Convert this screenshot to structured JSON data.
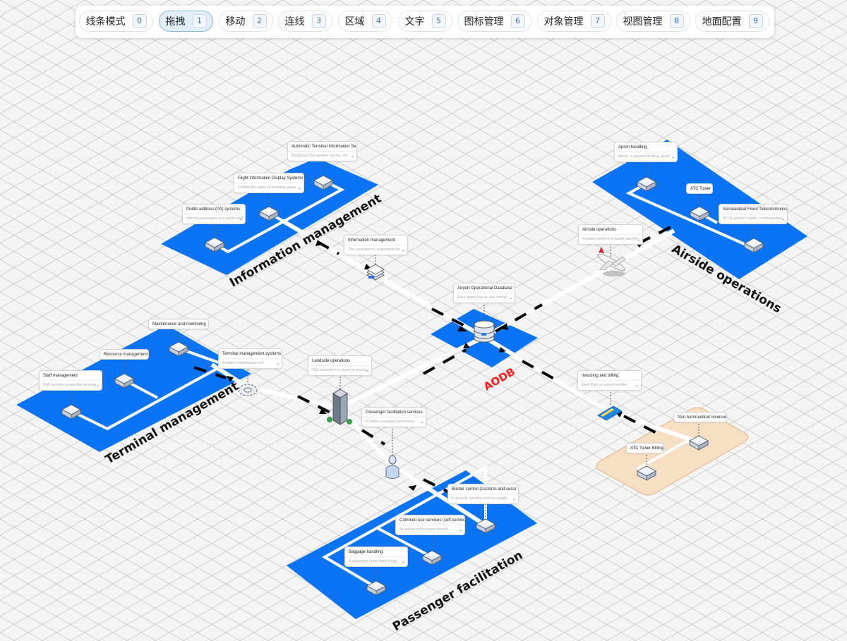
{
  "colors": {
    "zone": "#0a74f4",
    "zone_billing": "#f7dfc4",
    "path": "#ffffff",
    "arrow": "#000000",
    "aodb_label": "#ff1a1a"
  },
  "toolbar": {
    "buttons": [
      {
        "label": "线条模式",
        "key": "0"
      },
      {
        "label": "拖拽",
        "key": "1",
        "active": true
      },
      {
        "label": "移动",
        "key": "2"
      },
      {
        "label": "连线",
        "key": "3"
      },
      {
        "label": "区域",
        "key": "4"
      },
      {
        "label": "文字",
        "key": "5"
      },
      {
        "label": "图标管理",
        "key": "6"
      },
      {
        "label": "对象管理",
        "key": "7"
      },
      {
        "label": "视图管理",
        "key": "8"
      },
      {
        "label": "地面配置",
        "key": "9"
      }
    ]
  },
  "zones": {
    "info": "Information management",
    "airside": "Airside operations",
    "terminal": "Terminal management",
    "passenger": "Passenger facilitation",
    "aodb": "AODB"
  },
  "cards": {
    "atis": {
      "title": "Automatic Terminal Information Se",
      "desc": "Broadcasts the weather reports, the"
    },
    "fids": {
      "title": "Flight Information Display Systems",
      "desc": "Exhibits the status of boarding, gates"
    },
    "pa": {
      "title": "Public address (PA) systems",
      "desc": "Informs passengers and airport staff"
    },
    "info_mgmt": {
      "title": "Information management",
      "desc": "This subsystem is responsible for"
    },
    "apron": {
      "title": "Apron handling",
      "desc": "Apron, or ground handling, deals"
    },
    "atc": {
      "title": "ATC Tower"
    },
    "aftn": {
      "title": "Aeronautical Fixed Telecommunica",
      "desc": "AFTN systems handle communication"
    },
    "airside_ops": {
      "title": "Airside operations",
      "desc": "Includes systems to handle aircraft"
    },
    "aodb": {
      "title": "Airport Operational Database",
      "desc": "Each airport has its own central"
    },
    "maint": {
      "title": "Maintenance and monitoring"
    },
    "resource": {
      "title": "Resource management"
    },
    "staff": {
      "title": "Staff management",
      "desc": "Staff includes people like cleaning"
    },
    "tms": {
      "title": "Terminal management systems",
      "desc": "Includes maintenance and"
    },
    "landside": {
      "title": "Landside operations",
      "desc": "This subsystem is aimed at serving"
    },
    "pfs": {
      "title": "Passenger facilitation services",
      "desc": "Includes passenger processing"
    },
    "invoicing": {
      "title": "Invoicing and billing",
      "desc": "Each flight an airport handles"
    },
    "non_aero": {
      "title": "Non Aeronautical revenue"
    },
    "atc_billing": {
      "title": "ATC Tower Billing"
    },
    "border": {
      "title": "Border control (customs and secur",
      "desc": "In airports, security services usually"
    },
    "cus": {
      "title": "Common use services (self-service",
      "desc": "An airport must ensure smooth"
    },
    "baggage": {
      "title": "Baggage handling",
      "desc": "A passenger must check a bag"
    }
  }
}
